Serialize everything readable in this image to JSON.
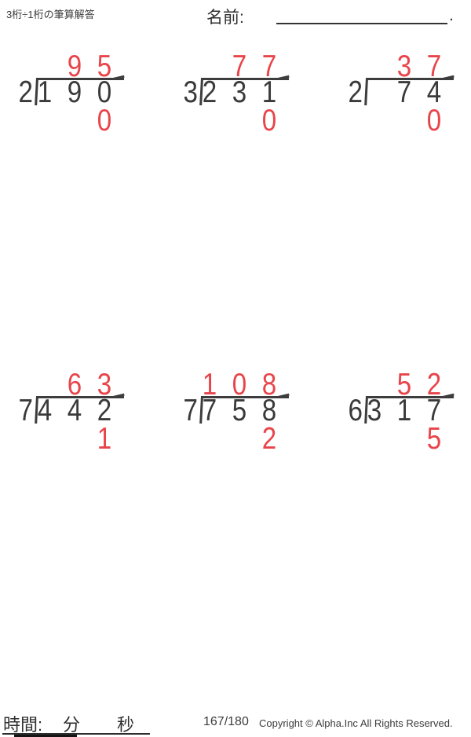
{
  "header": {
    "title": "3桁÷1桁の筆算解答",
    "name_label": "名前:",
    "name_line_suffix": "."
  },
  "problems": [
    {
      "divisor": "2",
      "dividend": [
        "1",
        "9",
        "0"
      ],
      "quotient": [
        "",
        "9",
        "5"
      ],
      "remainder": [
        "",
        "",
        "0"
      ]
    },
    {
      "divisor": "3",
      "dividend": [
        "2",
        "3",
        "1"
      ],
      "quotient": [
        "",
        "7",
        "7"
      ],
      "remainder": [
        "",
        "",
        "0"
      ]
    },
    {
      "divisor": "2",
      "dividend": [
        "",
        "7",
        "4"
      ],
      "quotient": [
        "",
        "3",
        "7"
      ],
      "remainder": [
        "",
        "",
        "0"
      ]
    },
    {
      "divisor": "7",
      "dividend": [
        "4",
        "4",
        "2"
      ],
      "quotient": [
        "",
        "6",
        "3"
      ],
      "remainder": [
        "",
        "",
        "1"
      ]
    },
    {
      "divisor": "7",
      "dividend": [
        "7",
        "5",
        "8"
      ],
      "quotient": [
        "1",
        "0",
        "8"
      ],
      "remainder": [
        "",
        "",
        "2"
      ]
    },
    {
      "divisor": "6",
      "dividend": [
        "3",
        "1",
        "7"
      ],
      "quotient": [
        "",
        "5",
        "2"
      ],
      "remainder": [
        "",
        "",
        "5"
      ]
    }
  ],
  "footer": {
    "time_label": "時間:",
    "minutes_label": "分",
    "seconds_label": "秒",
    "page_number": "167/180",
    "copyright": "Copyright © Alpha.Inc All Rights Reserved."
  },
  "colors": {
    "answer_red": "#e8454b",
    "ink": "#3a3a3a",
    "bracket": "#3d3d3d"
  }
}
